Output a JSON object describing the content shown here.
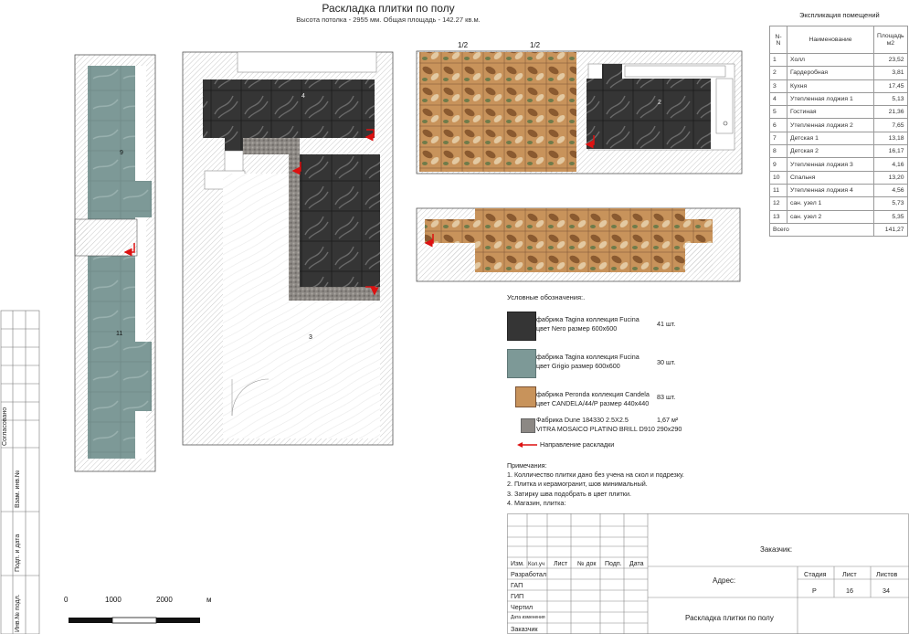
{
  "header": {
    "title": "Раскладка плитки по полу",
    "subtitle": "Высота потолка - 2955 мм. Общая площадь - 142.27 кв.м."
  },
  "explication": {
    "title": "Экспликация помещений",
    "col_num": "N-N",
    "col_name": "Наименование",
    "col_area_1": "Площадь",
    "col_area_2": "м2",
    "rows": [
      {
        "n": "1",
        "name": "Холл",
        "area": "23,52"
      },
      {
        "n": "2",
        "name": "Гардеробная",
        "area": "3,81"
      },
      {
        "n": "3",
        "name": "Кухня",
        "area": "17,45"
      },
      {
        "n": "4",
        "name": "Утепленная лоджия 1",
        "area": "5,13"
      },
      {
        "n": "5",
        "name": "Гостиная",
        "area": "21,36"
      },
      {
        "n": "6",
        "name": "Утепленная лоджия 2",
        "area": "7,65"
      },
      {
        "n": "7",
        "name": "Детская 1",
        "area": "13,18"
      },
      {
        "n": "8",
        "name": "Детская 2",
        "area": "16,17"
      },
      {
        "n": "9",
        "name": "Утепленная лоджия 3",
        "area": "4,16"
      },
      {
        "n": "10",
        "name": "Спальня",
        "area": "13,20"
      },
      {
        "n": "11",
        "name": "Утепленная лоджия 4",
        "area": "4,56"
      },
      {
        "n": "12",
        "name": "сан. узел 1",
        "area": "5,73"
      },
      {
        "n": "13",
        "name": "сан. узел 2",
        "area": "5,35"
      }
    ],
    "total_label": "Всего",
    "total_value": "141,27"
  },
  "plan": {
    "room_labels": {
      "r9": "9",
      "r11": "11",
      "r4": "4",
      "r3": "3",
      "r2": "2"
    },
    "half_label": "1/2"
  },
  "legend": {
    "title": "Условные обозначения:.",
    "items": [
      {
        "line1": "фабрика Tagina коллекция Fucina",
        "line2": "цвет Nero размер 600х600",
        "qty": "41 шт."
      },
      {
        "line1": "фабрика Tagina коллекция Fucina",
        "line2": "цвет Grigio размер 600х600",
        "qty": "30 шт."
      },
      {
        "line1": "фабрика Peronda коллекция Candela",
        "line2": "цвет CANDELA/44/P размер 440х440",
        "qty": "83 шт."
      },
      {
        "line1": "Фабрика Dune 184330 2.5X2.5",
        "line2": "VITRA MOSAICO PLATINO BRILL D910 290х290",
        "qty": "1,67 м²"
      }
    ],
    "direction_label": "Направление раскладки"
  },
  "notes": {
    "title": "Примечания:",
    "items": [
      "1. Колличество плитки дано без учена на скол и подрезку.",
      "2. Плитка и керамогранит, шов минимальный.",
      "3. Затирку шва подобрать в цвет плитки.",
      "4. Магазин, плитка:"
    ]
  },
  "scale": {
    "t0": "0",
    "t1": "1000",
    "t2": "2000",
    "unit": "м"
  },
  "side_stamp": {
    "agreed": "Согласовано",
    "inv_zam": "Взам. инв.№",
    "sign_date": "Подп. и дата",
    "inv_orig": "Инв.№ подл."
  },
  "title_block": {
    "col_izm": "Изм.",
    "col_kol": "Кол.уч",
    "col_list": "Лист",
    "col_ndok": "№ док",
    "col_podp": "Подп.",
    "col_data": "Дата",
    "razrabotal": "Разработал",
    "gap": "ГАП",
    "gip": "ГИП",
    "chertil": "Чертил",
    "data_izm": "Дата изменения",
    "zakazchik": "Заказчик",
    "customer_label": "Заказчик:",
    "address_label": "Адрес:",
    "stage_h": "Стадия",
    "list_h": "Лист",
    "listov_h": "Листов",
    "stage_v": "Р",
    "list_v": "16",
    "listov_v": "34",
    "sheet_name": "Раскладка плитки по полу"
  },
  "colors": {
    "nero": "#3a3a3a",
    "grigio": "#7f9a98",
    "candela": "#c48a52",
    "mosaic": "#8f8a85",
    "arrow": "#dd1111",
    "wall": "#ffffff",
    "hatch": "#bbbbbb"
  }
}
